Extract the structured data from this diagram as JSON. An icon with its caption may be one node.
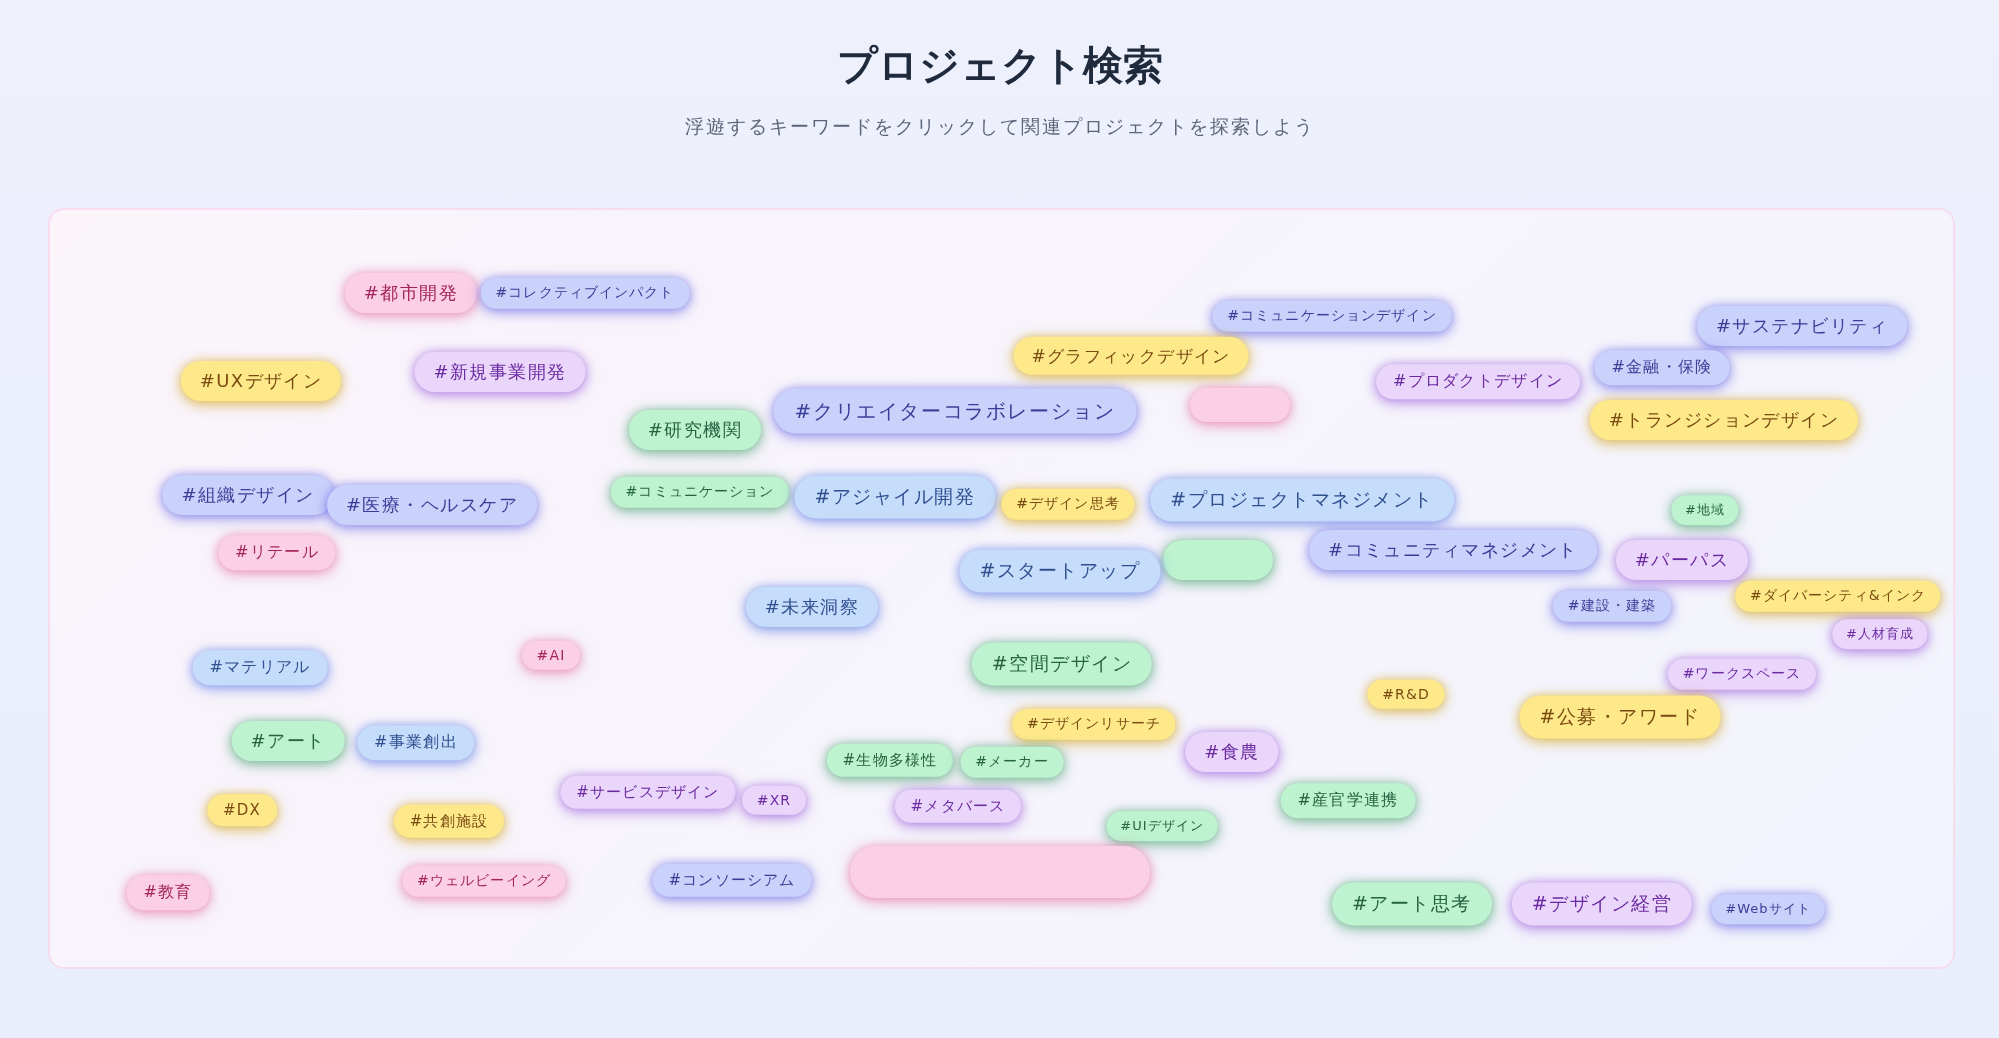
{
  "diagram": {
    "title": "プロジェクト検索",
    "labels": [
      "浮遊するキーワードをクリックして関連プロジェクトを探索しよう"
    ],
    "nodes": [
      {
        "text": [
          "#都市開発"
        ]
      },
      {
        "text": [
          "#コレクティブインパクト"
        ]
      },
      {
        "text": [
          "#UXデザイン"
        ]
      },
      {
        "text": [
          "#新規事業開発"
        ]
      },
      {
        "text": [
          "#コミュニケーションデザイン"
        ]
      },
      {
        "text": [
          "#サステナビリティ"
        ]
      },
      {
        "text": [
          "#グラフィックデザイン"
        ]
      },
      {
        "text": [
          "#金融・保険"
        ]
      },
      {
        "text": [
          "#プロダクトデザイン"
        ]
      },
      {
        "text": [],
        "shape": "box"
      },
      {
        "text": [
          "#クリエイターコラボレーション"
        ]
      },
      {
        "text": [
          "#トランジションデザイン"
        ]
      },
      {
        "text": [
          "#研究機関"
        ]
      },
      {
        "text": [
          "#組織デザイン"
        ]
      },
      {
        "text": [
          "#医療・ヘルスケア"
        ]
      },
      {
        "text": [
          "#コミュニケーション"
        ]
      },
      {
        "text": [
          "#アジャイル開発"
        ]
      },
      {
        "text": [
          "#デザイン思考"
        ]
      },
      {
        "text": [
          "#プロジェクトマネジメント"
        ]
      },
      {
        "text": [
          "#地域"
        ]
      },
      {
        "text": [],
        "shape": "box"
      },
      {
        "text": [
          "#リテール"
        ]
      },
      {
        "text": [
          "#コミュニティマネジメント"
        ]
      },
      {
        "text": [
          "#スタートアップ"
        ]
      },
      {
        "text": [
          "#パーパス"
        ]
      },
      {
        "text": [
          "#ダイバーシティ&インク"
        ]
      },
      {
        "text": [
          "#建設・建築"
        ]
      },
      {
        "text": [
          "#未来洞察"
        ]
      },
      {
        "text": [
          "#人材育成"
        ]
      },
      {
        "text": [
          "#AI"
        ]
      },
      {
        "text": [
          "#マテリアル"
        ]
      },
      {
        "text": [
          "#空間デザイン"
        ]
      },
      {
        "text": [
          "#ワークスペース"
        ]
      },
      {
        "text": [
          "#R&D"
        ]
      },
      {
        "text": [
          "#公募・アワード"
        ]
      },
      {
        "text": [
          "#デザインリサーチ"
        ]
      },
      {
        "text": [
          "#アート"
        ]
      },
      {
        "text": [
          "#事業創出"
        ]
      },
      {
        "text": [
          "#食農"
        ]
      },
      {
        "text": [
          "#生物多様性"
        ]
      },
      {
        "text": [
          "#メーカー"
        ]
      },
      {
        "text": [
          "#サービスデザイン"
        ]
      },
      {
        "text": [
          "#XR"
        ]
      },
      {
        "text": [
          "#産官学連携"
        ]
      },
      {
        "text": [
          "#メタバース"
        ]
      },
      {
        "text": [
          "#DX"
        ]
      },
      {
        "text": [
          "#共創施設"
        ]
      },
      {
        "text": [
          "#UIデザイン"
        ]
      },
      {
        "text": [],
        "shape": "box"
      },
      {
        "text": [
          "#ウェルビーイング"
        ]
      },
      {
        "text": [
          "#コンソーシアム"
        ]
      },
      {
        "text": [
          "#教育"
        ]
      },
      {
        "text": [
          "#アート思考"
        ]
      },
      {
        "text": [
          "#デザイン経営"
        ]
      },
      {
        "text": [
          "#Webサイト"
        ]
      }
    ]
  }
}
